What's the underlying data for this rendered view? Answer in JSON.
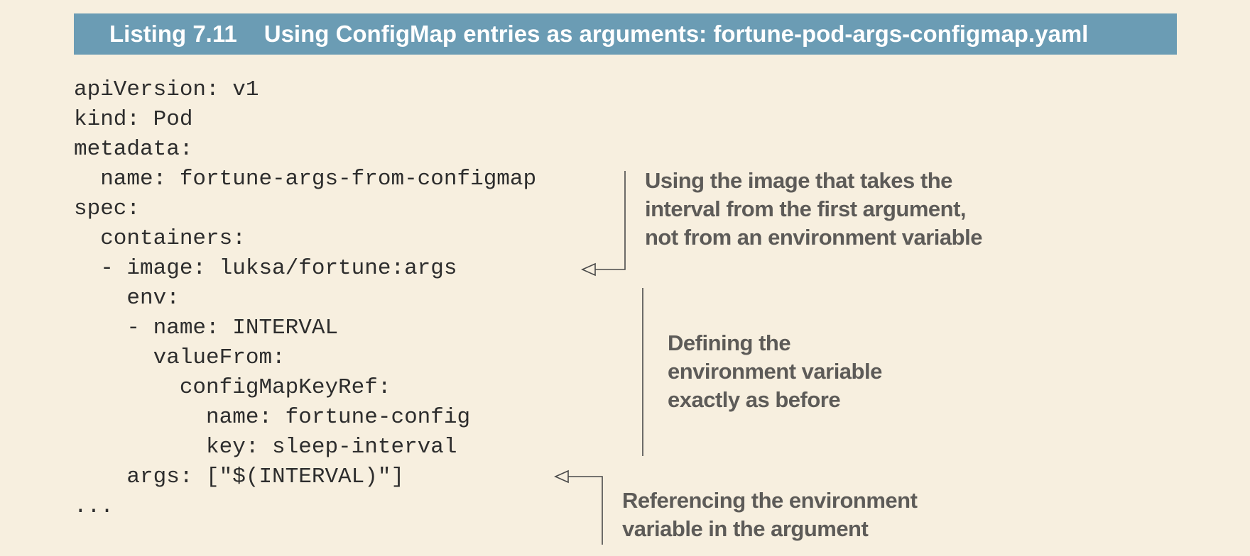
{
  "listing": {
    "number": "Listing 7.11",
    "title": "Using ConfigMap entries as arguments: fortune-pod-args-configmap.yaml"
  },
  "code": [
    "apiVersion: v1",
    "kind: Pod",
    "metadata:",
    "  name: fortune-args-from-configmap",
    "spec:",
    "  containers:",
    "  - image: luksa/fortune:args",
    "    env:",
    "    - name: INTERVAL",
    "      valueFrom:",
    "        configMapKeyRef:",
    "          name: fortune-config",
    "          key: sleep-interval",
    "    args: [\"$(INTERVAL)\"]",
    "..."
  ],
  "annotations": [
    {
      "lines": [
        "Using the image that takes the",
        "interval from the first argument,",
        "not from an environment variable"
      ]
    },
    {
      "lines": [
        "Defining the",
        "environment variable",
        "exactly as before"
      ]
    },
    {
      "lines": [
        "Referencing the environment",
        "variable in the argument"
      ]
    }
  ],
  "colors": {
    "background": "#f7efdf",
    "header_bg": "#6b9cb4",
    "header_text": "#ffffff",
    "code_text": "#2d2d2d",
    "annotation_text": "#5d5b58",
    "arrow": "#4a4a4a"
  }
}
